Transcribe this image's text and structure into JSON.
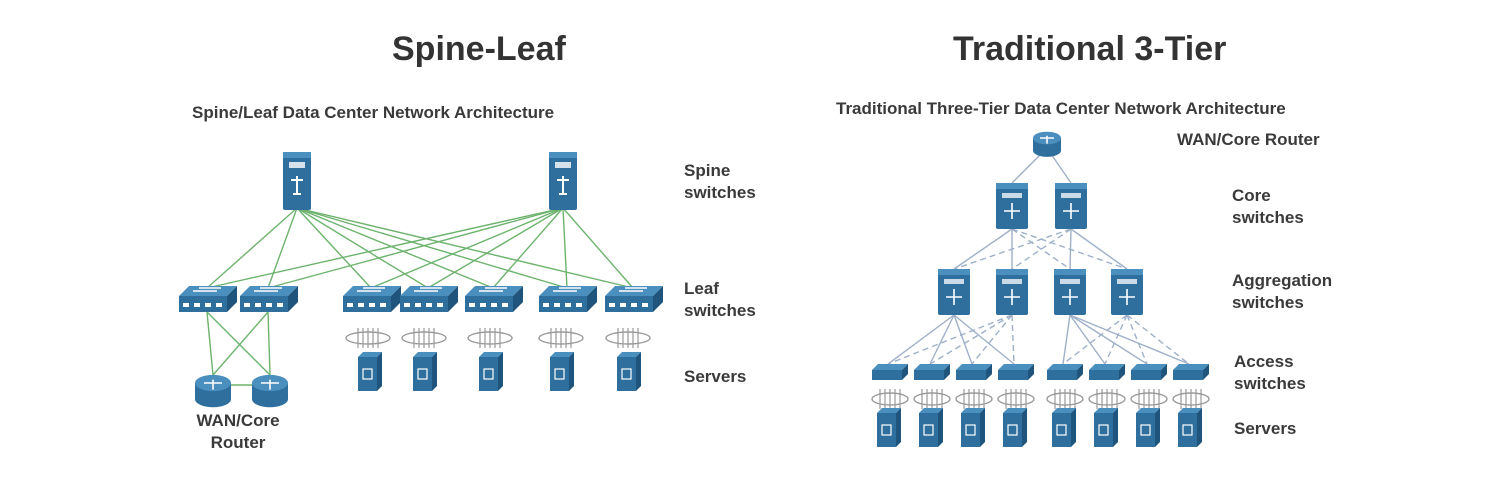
{
  "top_fragment": "",
  "spine_leaf": {
    "title": "Spine-Leaf",
    "subtitle": "Spine/Leaf Data Center Network Architecture",
    "labels": {
      "spine_1": "Spine",
      "spine_2": "switches",
      "leaf_1": "Leaf",
      "leaf_2": "switches",
      "servers": "Servers",
      "router_1": "WAN/Core",
      "router_2": "Router"
    }
  },
  "three_tier": {
    "title": "Traditional 3-Tier",
    "subtitle": "Traditional Three-Tier Data Center Network Architecture",
    "labels": {
      "wan": "WAN/Core Router",
      "core_1": "Core",
      "core_2": "switches",
      "agg_1": "Aggregation",
      "agg_2": "switches",
      "access_1": "Access",
      "access_2": "switches",
      "servers": "Servers"
    }
  },
  "colors": {
    "device": "#2e6f9e",
    "device_light": "#4b8fbf",
    "spine_link": "#6db36d",
    "tier_link": "#9fb0c8",
    "bundle": "#9a9a9a"
  }
}
